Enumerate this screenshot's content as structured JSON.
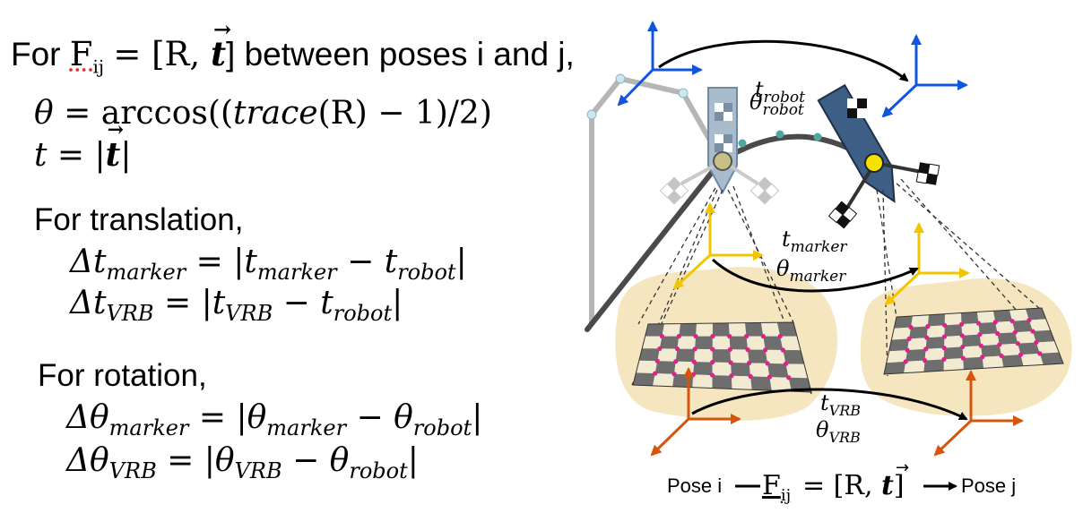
{
  "left": {
    "intro": {
      "prefix": "For ",
      "F": "F",
      "ij": "ij",
      "bracket": "= [R, ",
      "t_vec": "t",
      "suffix": "] between poses i and j,"
    },
    "theta_def": {
      "lhs": "θ",
      "eq": "= arccos((",
      "trace": "trace",
      "rest": "(R) − 1)/2)"
    },
    "t_def": {
      "lhs": "t",
      "eq": "= |",
      "vec": "t",
      "end": "|"
    },
    "translation_heading": "For translation,",
    "dt_marker": {
      "delta": "Δt",
      "sub": "marker",
      "eq": " = |t",
      "sub2": "marker",
      "mid": " − t",
      "sub3": "robot",
      "end": "|"
    },
    "dt_vrb": {
      "delta": "Δt",
      "sub": "VRB",
      "eq": " = |t",
      "sub2": "VRB",
      "mid": " − t",
      "sub3": "robot",
      "end": "|"
    },
    "rotation_heading": "For rotation,",
    "dth_marker": {
      "delta": "Δθ",
      "sub": "marker",
      "eq": " = |θ",
      "sub2": "marker",
      "mid": " − θ",
      "sub3": "robot",
      "end": "|"
    },
    "dth_vrb": {
      "delta": "Δθ",
      "sub": "VRB",
      "eq": " = |θ",
      "sub2": "VRB",
      "mid": " − θ",
      "sub3": "robot",
      "end": "|"
    }
  },
  "diagram": {
    "t_robot": {
      "base": "t",
      "sub": "robot"
    },
    "theta_robot": {
      "base": "θ",
      "sub": "robot"
    },
    "t_marker": {
      "base": "t",
      "sub": "marker"
    },
    "theta_marker": {
      "base": "θ",
      "sub": "marker"
    },
    "t_vrb": {
      "base": "t",
      "sub": "VRB"
    },
    "theta_vrb": {
      "base": "θ",
      "sub": "VRB"
    },
    "bottom": {
      "pose_i": "Pose i",
      "F": "F",
      "ij": "ij",
      "eq": "= [R, ",
      "t_vec": "t",
      "close": "]",
      "pose_j": "Pose j"
    }
  },
  "colors": {
    "robot_frame": "#1155dd",
    "marker_frame": "#f2c500",
    "vrb_frame": "#d4560c",
    "surface": "#f5e6bf",
    "board_dark": "#6e6e6e",
    "board_light": "#f3ead2",
    "board_dots": "#e0208c",
    "tool_body": "#3d5f85",
    "tool_ghost": "#9fb3c6"
  }
}
